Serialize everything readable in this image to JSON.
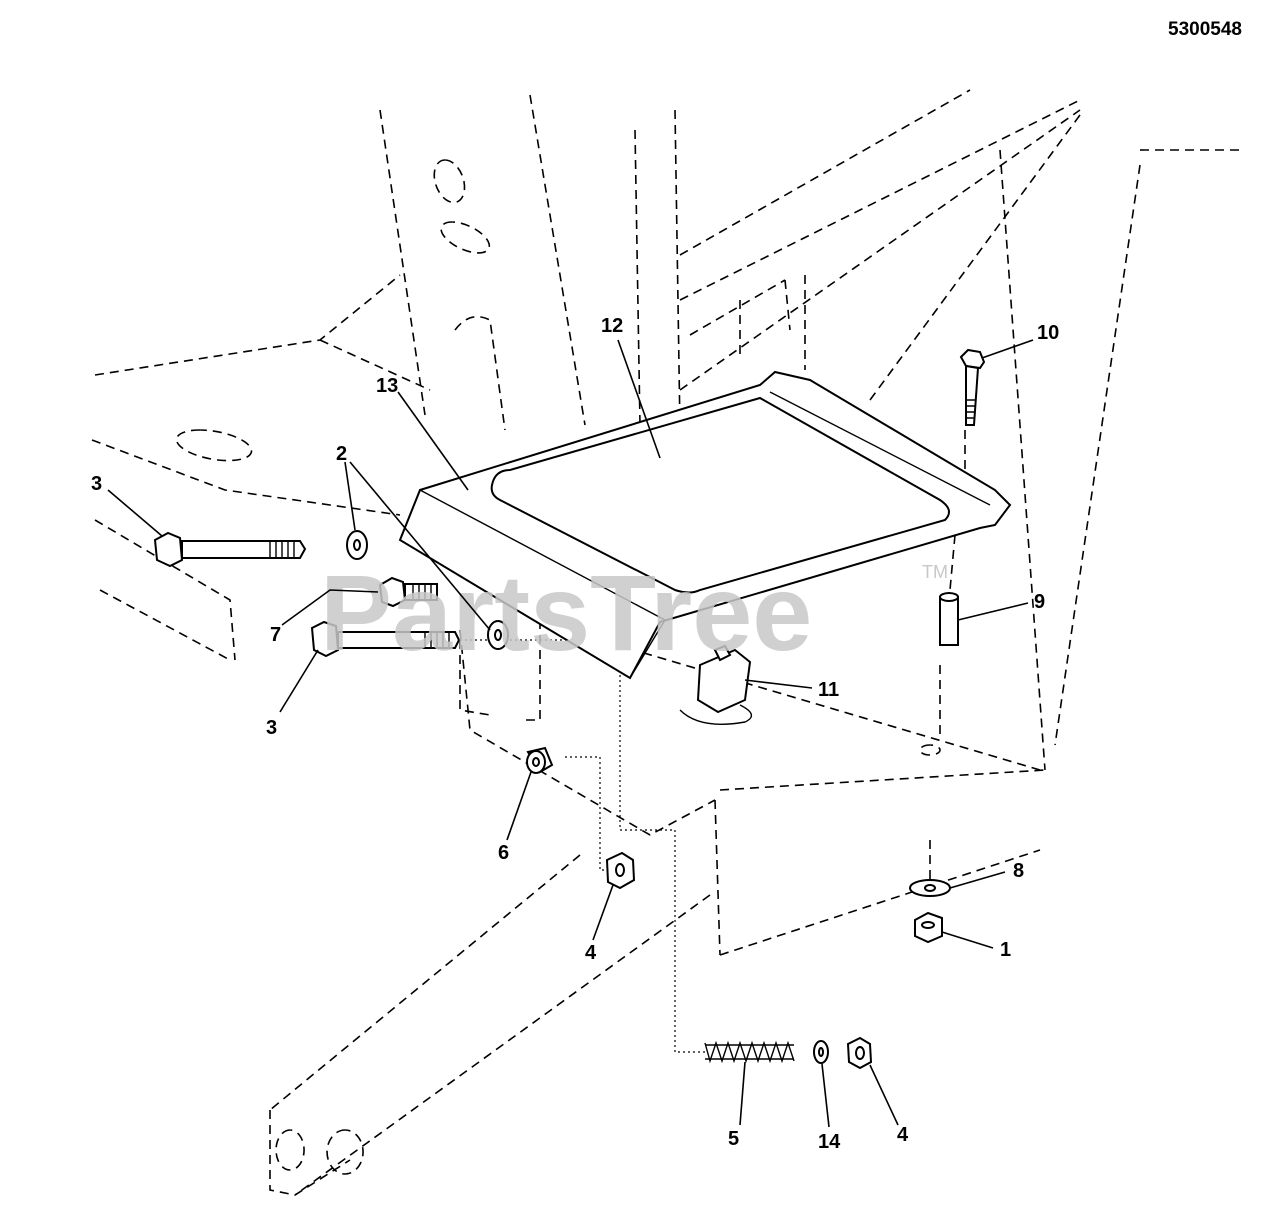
{
  "document_number": "5300548",
  "watermark": {
    "text": "PartsTree",
    "trademark": "TM"
  },
  "callouts": {
    "c1": "1",
    "c2": "2",
    "c3_upper": "3",
    "c3_lower": "3",
    "c4_left": "4",
    "c4_right": "4",
    "c5": "5",
    "c6": "6",
    "c7": "7",
    "c8": "8",
    "c9": "9",
    "c10": "10",
    "c11": "11",
    "c12": "12",
    "c13": "13",
    "c14": "14"
  }
}
